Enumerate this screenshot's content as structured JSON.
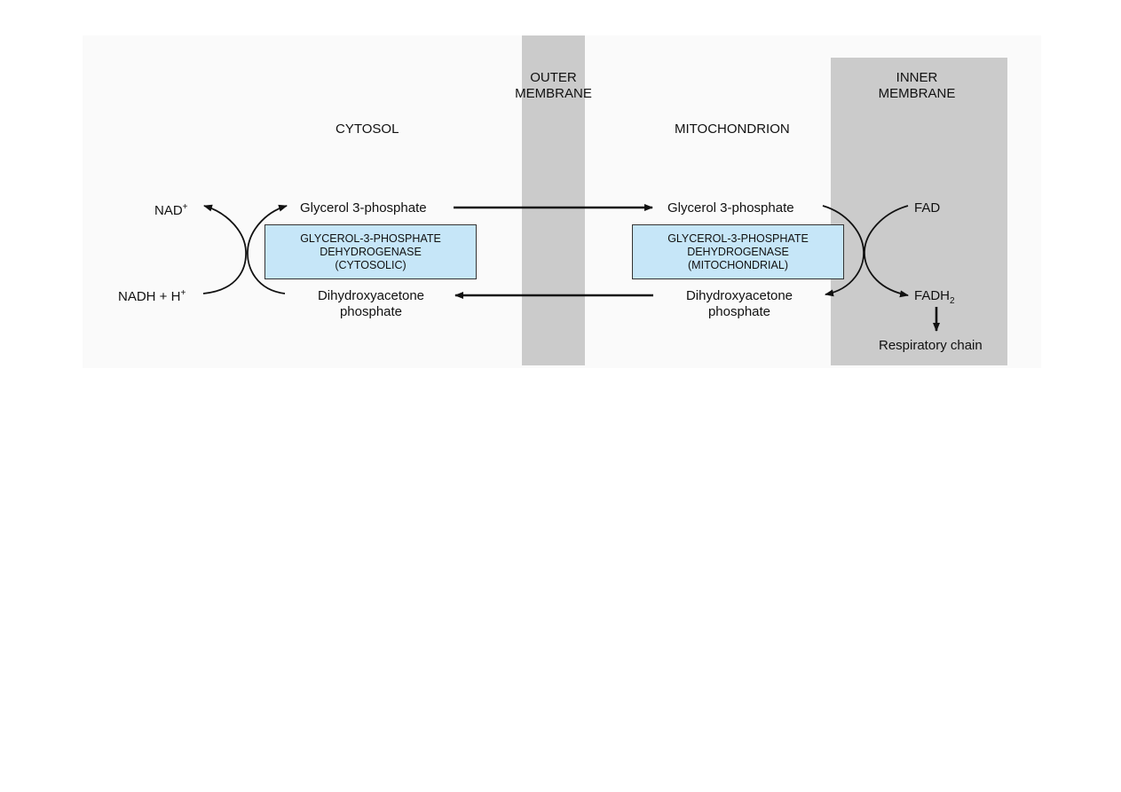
{
  "regions": {
    "outer_membrane": [
      "OUTER",
      "MEMBRANE"
    ],
    "inner_membrane": [
      "INNER",
      "MEMBRANE"
    ],
    "cytosol": "CYTOSOL",
    "mitochondrion": "MITOCHONDRION"
  },
  "cytosol_side": {
    "glycerol": "Glycerol 3-phosphate",
    "dhap_line1": "Dihydroxyacetone",
    "dhap_line2": "phosphate",
    "enzyme": [
      "GLYCEROL-3-PHOSPHATE",
      "DEHYDROGENASE",
      "(CYTOSOLIC)"
    ],
    "nad": "NAD",
    "nad_sup": "+",
    "nadh": "NADH + H",
    "nadh_sup": "+"
  },
  "mito_side": {
    "glycerol": "Glycerol 3-phosphate",
    "dhap_line1": "Dihydroxyacetone",
    "dhap_line2": "phosphate",
    "enzyme": [
      "GLYCEROL-3-PHOSPHATE",
      "DEHYDROGENASE",
      "(MITOCHONDRIAL)"
    ],
    "fad": "FAD",
    "fadh": "FADH",
    "fadh_sub": "2",
    "respiratory": "Respiratory chain"
  },
  "colors": {
    "membrane": "#cbcbcb",
    "enzyme_box": "#c6e6f8",
    "background": "#fafafa"
  }
}
